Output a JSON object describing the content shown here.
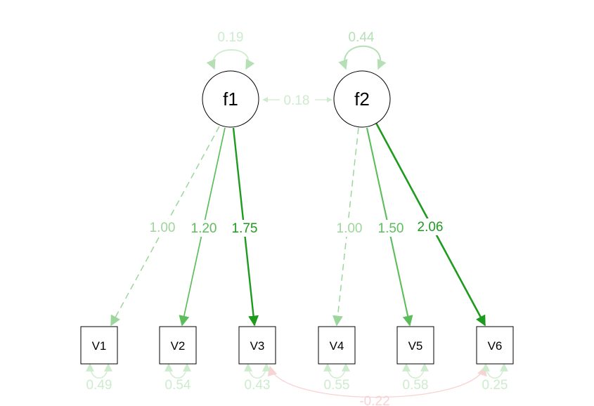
{
  "latent": [
    {
      "id": "f1",
      "label": "f1",
      "variance": "0.19"
    },
    {
      "id": "f2",
      "label": "f2",
      "variance": "0.44"
    }
  ],
  "observed": [
    {
      "id": "V1",
      "label": "V1",
      "residual": "0.49"
    },
    {
      "id": "V2",
      "label": "V2",
      "residual": "0.54"
    },
    {
      "id": "V3",
      "label": "V3",
      "residual": "0.43"
    },
    {
      "id": "V4",
      "label": "V4",
      "residual": "0.55"
    },
    {
      "id": "V5",
      "label": "V5",
      "residual": "0.58"
    },
    {
      "id": "V6",
      "label": "V6",
      "residual": "0.25"
    }
  ],
  "loadings": [
    {
      "from": "f1",
      "to": "V1",
      "value": "1.00",
      "fixed": true
    },
    {
      "from": "f1",
      "to": "V2",
      "value": "1.20",
      "fixed": false
    },
    {
      "from": "f1",
      "to": "V3",
      "value": "1.75",
      "fixed": false
    },
    {
      "from": "f2",
      "to": "V4",
      "value": "1.00",
      "fixed": true
    },
    {
      "from": "f2",
      "to": "V5",
      "value": "1.50",
      "fixed": false
    },
    {
      "from": "f2",
      "to": "V6",
      "value": "2.06",
      "fixed": false
    }
  ],
  "factor_covariance": {
    "between": [
      "f1",
      "f2"
    ],
    "value": "0.18"
  },
  "residual_covariance": {
    "between": [
      "V3",
      "V6"
    ],
    "value": "-0.22"
  },
  "colors": {
    "positive_strong": "#1e9a1e",
    "positive_mid": "#5cbd5c",
    "positive_light": "#9cd69c",
    "positive_faint": "#cdebcd",
    "negative_faint": "#f8d3d3"
  }
}
